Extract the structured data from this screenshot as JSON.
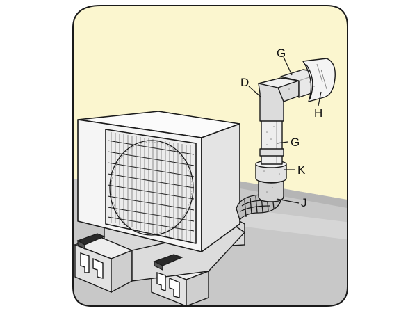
{
  "labels": {
    "g_top": "G",
    "d": "D",
    "h": "H",
    "g_mid": "G",
    "k": "K",
    "j": "J"
  },
  "colors": {
    "wall": "#fbf6cf",
    "floor": "#c8c8c8",
    "unit": "#f7f7f7",
    "stroke": "#1a1a1a",
    "pipe": "#e9e9e9",
    "shadow": "#a9a9a9"
  }
}
